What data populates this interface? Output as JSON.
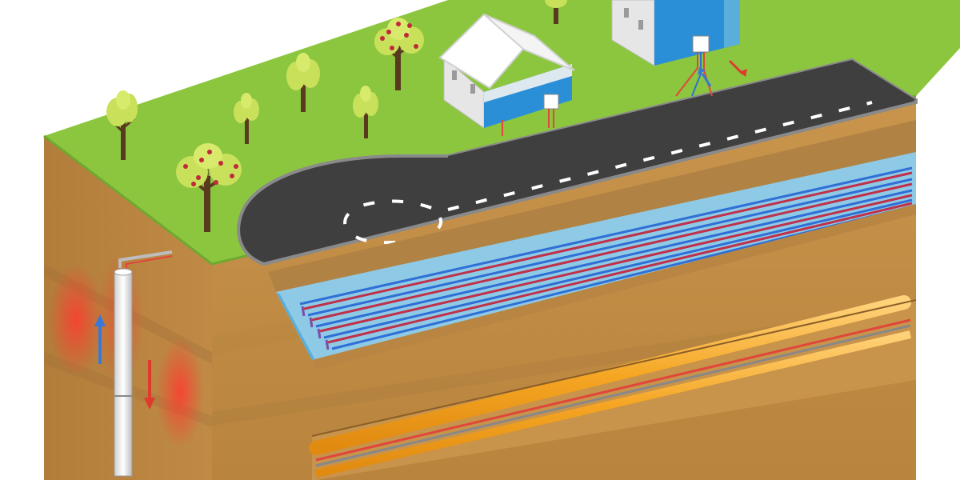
{
  "colors": {
    "background": "#ffffff",
    "grass": "#8cc63f",
    "grass_edge": "#6fa830",
    "road": "#3f3f3f",
    "road_edge": "#8a8a8a",
    "road_marking": "#ffffff",
    "soil_front": "#c8934a",
    "soil_side": "#b07a38",
    "soil_dark": "#9a6a30",
    "soil_band": "#b98543",
    "water": "#8ecae6",
    "water_dark": "#5aaedc",
    "pipe_blue": "#2f6fd6",
    "pipe_red": "#e0463a",
    "pipe_purple": "#7a4ea8",
    "pipe_orange": "#f5a623",
    "pipe_orange_light": "#ffd27a",
    "house_wall": "#e6e6e6",
    "house_roof": "#ffffff",
    "house_interior": "#2b8fd8",
    "tree_trunk": "#5a3a1e",
    "tree_leaf": "#c9e05a",
    "blossom": "#c0283c",
    "arrow_up": "#3a78d8",
    "arrow_down": "#e03a2e",
    "heat_glow": "#ff4a3a"
  },
  "icons": {
    "borehole": "vertical-borehole-icon",
    "house": "house-icon",
    "tree": "tree-icon",
    "arrow_up": "arrow-up-icon",
    "arrow_down": "arrow-down-icon"
  },
  "diagram": {
    "trees_plain": 5,
    "trees_blossom": 2,
    "houses": 2,
    "horizontal_loops_blue": 5,
    "horizontal_loops_red": 5,
    "slinky_pipes": 3
  }
}
